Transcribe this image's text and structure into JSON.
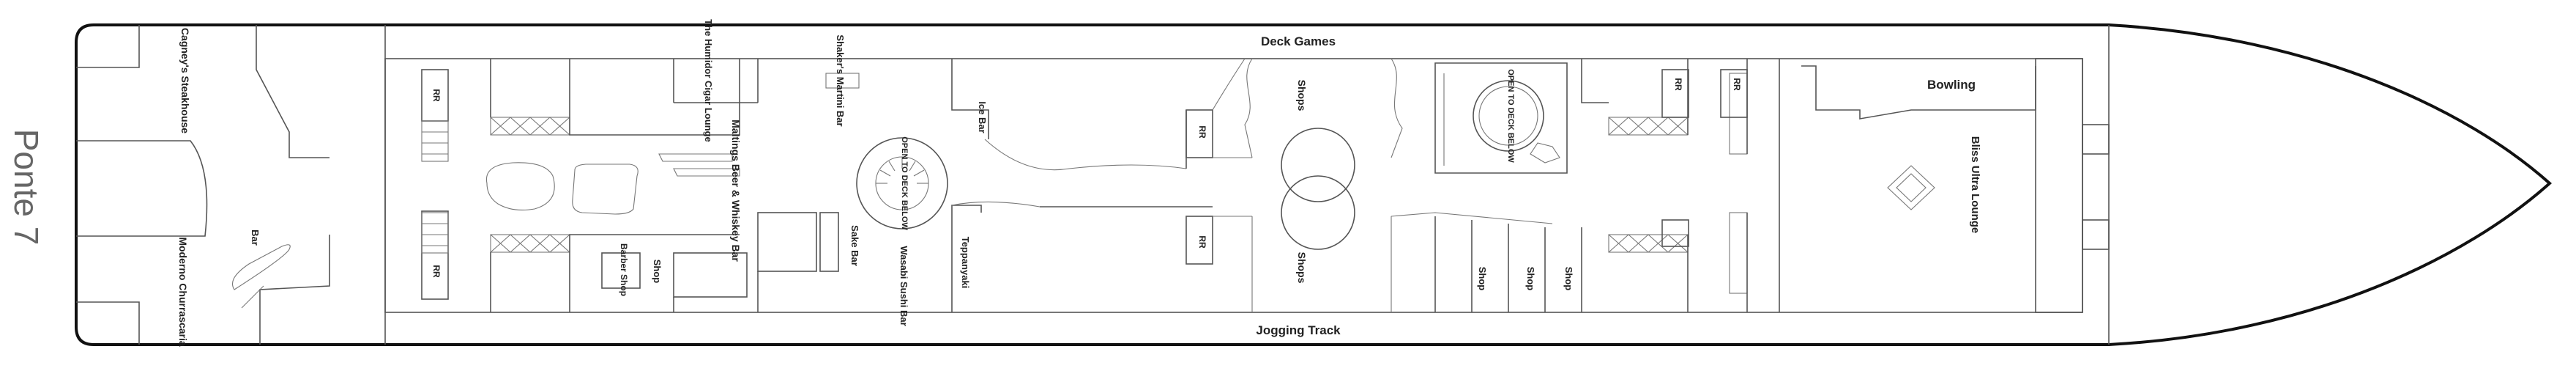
{
  "deck": {
    "title": "Ponte 7"
  },
  "areas": {
    "deck_games": "Deck Games",
    "jogging_track": "Jogging Track",
    "cagneys": "Cagney's Steakhouse",
    "moderno": "Moderno Churrascaria",
    "bar_aft": "Bar",
    "rr": "RR",
    "humidor": "The Humidor Cigar Lounge",
    "shakers": "Shaker's Martini Bar",
    "mallings": "Maltings Beer & Whiskey Bar",
    "ice_bar": "Ice Bar",
    "open_below_1": "OPEN TO DECK BELOW",
    "open_below_2": "OPEN TO DECK BELOW",
    "barber": "Barber Shop",
    "shop": "Shop",
    "sake": "Sake Bar",
    "wasabi": "Wasabi Sushi Bar",
    "teppanyaki": "Teppanyaki",
    "shops": "Shops",
    "bowling": "Bowling",
    "bliss": "Bliss Ultra Lounge"
  }
}
